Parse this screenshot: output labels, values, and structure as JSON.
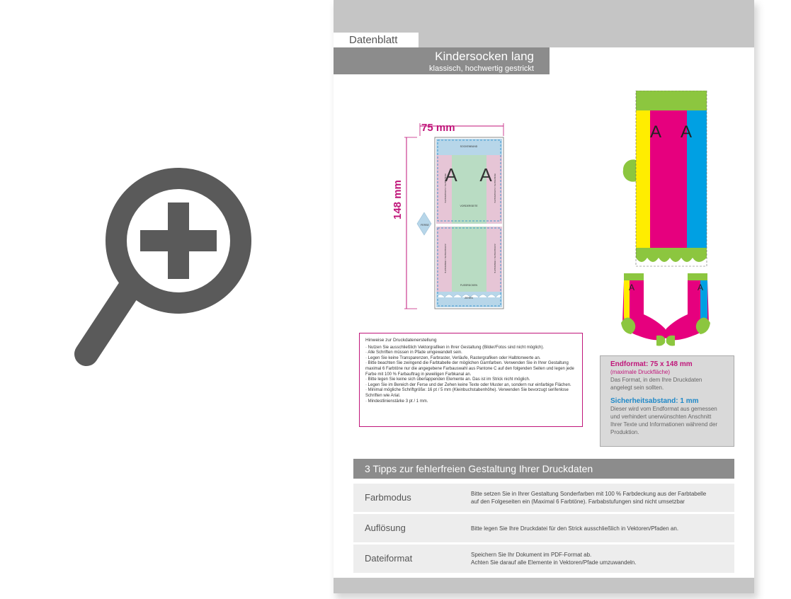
{
  "zoom_icon": "zoom-in-icon",
  "header": {
    "tab_label": "Datenblatt",
    "title": "Kindersocken lang",
    "subtitle": "klassisch, hochwertig gestrickt"
  },
  "diagram": {
    "width_label": "75 mm",
    "height_label": "148 mm",
    "ferse_label": "FERSE",
    "sock_letter": "A",
    "zones": {
      "top": "SOCKENBUND",
      "left_upper": "INNENSEITE / AUSSENSEITE",
      "right_upper": "INNENSEITE / AUSSENSEITE",
      "center_upper": "VORDERSEITE",
      "left_lower": "AUSSENSEITE / INNENSEITE",
      "right_lower": "AUSSENSEITE / INNENSEITE",
      "center_lower": "FUSSRÜCKEN",
      "bottom": "ZEHEN"
    }
  },
  "hints": {
    "heading": "Hinweise zur Druckdatenerstellung",
    "items": [
      "· Nutzen Sie ausschließlich Vektorgrafiken in Ihrer Gestaltung (Bilder/Fotos sind nicht möglich).",
      "· Alle Schriften müssen in Pfade umgewandelt sein.",
      "· Legen Sie keine Transparenzen, Farbraster, Verläufe, Rastergrafiken oder Halbtonwerte an.",
      "· Bitte beachten Sie zwingend die Farbtabelle der möglichen Garnfarben. Verwenden Sie in Ihrer Gestaltung maximal 6 Farbtöne nur die angegebene Farbauswahl aus Pantone C auf den folgenden Seiten und legen jede Farbe mit 100 % Farbauftrag in jeweiligen Farbkanal an.",
      "· Bitte legen Sie keine sich überlappenden Elemente an. Das ist im Strick nicht möglich.",
      "· Legen Sie im Bereich der Ferse und der Zehen keine Texte oder Muster an, sondern nur einfarbige Flächen.",
      "· Minimal mögliche Schriftgröße: 16 pt / 5 mm (Kleinbuchstabenhöhe). Verwenden Sie bevorzugt serifenlose Schriften wie Arial.",
      "· Mindestlinienstärke 3 pt / 1 mm."
    ]
  },
  "spec": {
    "endformat_title": "Endformat: 75 x 148 mm",
    "endformat_sub": "(maximale Druckfläche)",
    "endformat_text": "Das Format, in dem Ihre Druckdaten angelegt sein sollten.",
    "safety_title": "Sicherheitsabstand: 1 mm",
    "safety_text": "Dieser wird vom Endformat aus gemessen und verhindert unerwünschten Anschnitt Ihrer Texte und Informationen während der Produktion."
  },
  "tips": {
    "heading": "3 Tipps zur fehlerfreien Gestaltung Ihrer Druckdaten",
    "rows": [
      {
        "label": "Farbmodus",
        "text": "Bitte setzen Sie in Ihrer Gestaltung Sonderfarben mit 100 % Farbdeckung aus der Farbtabelle\nauf den Folgeseiten ein (Maximal 6 Farbtöne). Farbabstufungen sind nicht umsetzbar"
      },
      {
        "label": "Auflösung",
        "text": "Bitte legen Sie Ihre Druckdatei für den Strick ausschließlich in Vektoren/Pfaden an."
      },
      {
        "label": "Dateiformat",
        "text": "Speichern Sie Ihr Dokument im PDF-Format ab.\nAchten Sie darauf alle Elemente in Vektoren/Pfade umzuwandeln."
      }
    ]
  },
  "colors": {
    "accent": "#c0167a",
    "blue": "#1e88c8",
    "yellow": "#ffed00",
    "magenta": "#e6007e",
    "cyan": "#00a0e3",
    "green": "#8cc63f",
    "grey_bar": "#8c8c8c"
  }
}
